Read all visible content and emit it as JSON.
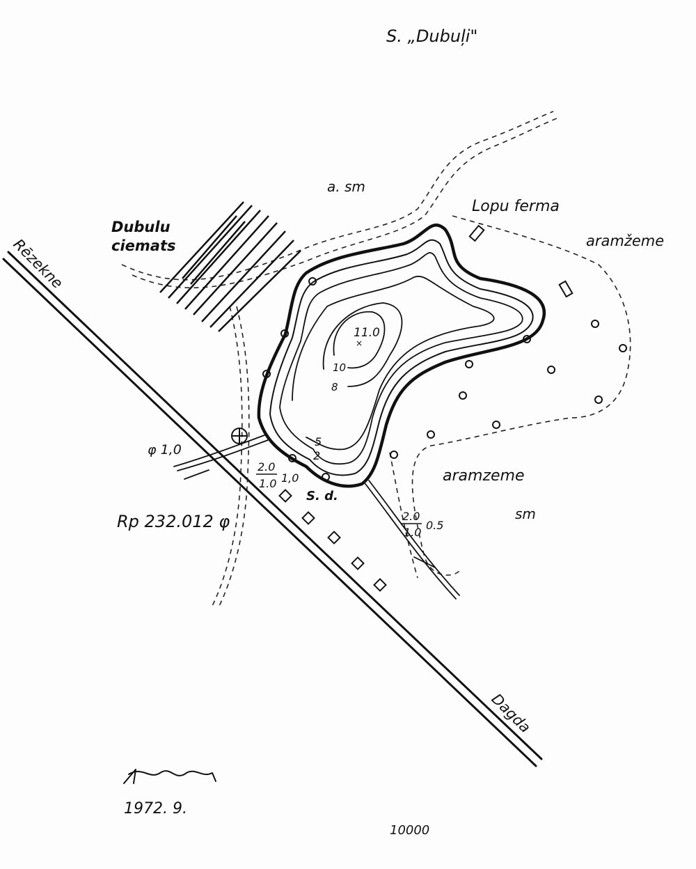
{
  "title": "S. „Dubuļi\"",
  "labels": {
    "village": [
      "Dubulu",
      "ciemats"
    ],
    "farm": "Lopu ferma",
    "arable_1": "aramžeme",
    "arable_2": "aramzeme",
    "meadow_top": "a.  sm",
    "meadow_bottom": "sm",
    "road_west": "Rēzekne",
    "road_east": "Dagda",
    "benchmark": "Rp 232.012 φ",
    "pipe": "φ 1,0",
    "depth_west_num": "2.0",
    "depth_west_den": "1.0",
    "depth_west_side": "1,0",
    "sd": "S. d.",
    "depth_east_num": "2.0",
    "depth_east_den": "1.0",
    "depth_east_side": "0.5"
  },
  "contours": {
    "max_depth": "11.0",
    "c10": "10",
    "c8": "8",
    "c5": "5",
    "c2": "2"
  },
  "footer": {
    "signature": "signature",
    "date": "1972. 9.",
    "scale": "10000"
  }
}
